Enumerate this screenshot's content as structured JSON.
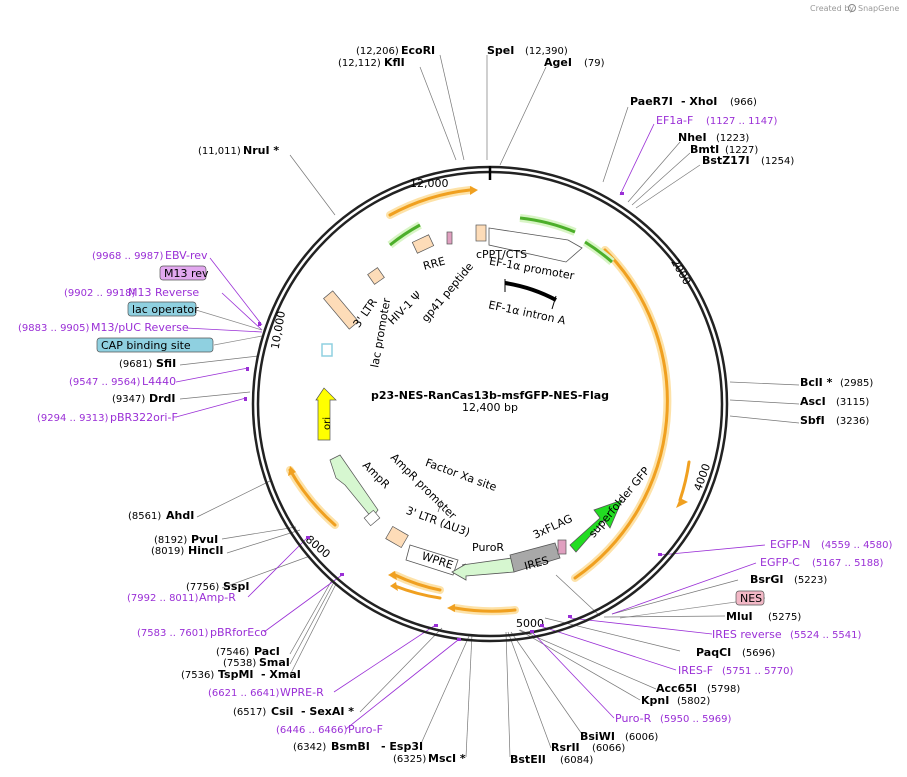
{
  "credit": {
    "created_by": "Created by",
    "brand": "SnapGene"
  },
  "plasmid": {
    "name": "p23-NES-RanCas13b-msfGFP-NES-Flag",
    "size": "12,400 bp"
  },
  "ticks": [
    "12,000",
    "2000",
    "4000",
    "5000",
    "8000",
    "10,000"
  ],
  "enzymes": [
    {
      "pos": "(12,206)",
      "name": "EcoRI"
    },
    {
      "pos": "(12,112)",
      "name": "KflI"
    },
    {
      "pos": "(12,390)",
      "name": "SpeI"
    },
    {
      "pos": "(79)",
      "name": "AgeI"
    },
    {
      "pos": "(11,011)",
      "name": "NruI *"
    },
    {
      "pos": "(966)",
      "name": "PaeR7I",
      "extra": "- XhoI"
    },
    {
      "pos": "(1223)",
      "name": "NheI"
    },
    {
      "pos": "(1227)",
      "name": "BmtI"
    },
    {
      "pos": "(1254)",
      "name": "BstZ17I"
    },
    {
      "pos": "(2985)",
      "name": "BclI *"
    },
    {
      "pos": "(3115)",
      "name": "AscI"
    },
    {
      "pos": "(3236)",
      "name": "SbfI"
    },
    {
      "pos": "(9681)",
      "name": "SfiI"
    },
    {
      "pos": "(9347)",
      "name": "DrdI"
    },
    {
      "pos": "(8561)",
      "name": "AhdI"
    },
    {
      "pos": "(8192)",
      "name": "PvuI"
    },
    {
      "pos": "(8019)",
      "name": "HincII"
    },
    {
      "pos": "(7756)",
      "name": "SspI"
    },
    {
      "pos": "(7546)",
      "name": "PacI"
    },
    {
      "pos": "(7538)",
      "name": "SmaI"
    },
    {
      "pos": "(7536)",
      "name": "TspMI",
      "extra": "- XmaI"
    },
    {
      "pos": "(6517)",
      "name": "CsiI",
      "extra": "- SexAI *"
    },
    {
      "pos": "(6342)",
      "name": "BsmBI",
      "extra": "- Esp3I"
    },
    {
      "pos": "(6325)",
      "name": "MscI *"
    },
    {
      "pos": "(5223)",
      "name": "BsrGI"
    },
    {
      "pos": "(5275)",
      "name": "MluI"
    },
    {
      "pos": "(5696)",
      "name": "PaqCI"
    },
    {
      "pos": "(5798)",
      "name": "Acc65I"
    },
    {
      "pos": "(5802)",
      "name": "KpnI"
    },
    {
      "pos": "(6006)",
      "name": "BsiWI"
    },
    {
      "pos": "(6066)",
      "name": "RsrII"
    },
    {
      "pos": "(6084)",
      "name": "BstEII"
    }
  ],
  "primers": [
    {
      "range": "(1127 .. 1147)",
      "name": "EF1a-F"
    },
    {
      "range": "(9968 .. 9987)",
      "name": "EBV-rev"
    },
    {
      "range": "(9902 .. 9918)",
      "name": "M13 Reverse"
    },
    {
      "range": "(9883 .. 9905)",
      "name": "M13/pUC Reverse"
    },
    {
      "range": "(9547 .. 9564)",
      "name": "L4440"
    },
    {
      "range": "(9294 .. 9313)",
      "name": "pBR322ori-F"
    },
    {
      "range": "(7992 .. 8011)",
      "name": "Amp-R"
    },
    {
      "range": "(7583 .. 7601)",
      "name": "pBRforEco"
    },
    {
      "range": "(6621 .. 6641)",
      "name": "WPRE-R"
    },
    {
      "range": "(6446 .. 6466)",
      "name": "Puro-F"
    },
    {
      "range": "(4559 .. 4580)",
      "name": "EGFP-N"
    },
    {
      "range": "(5167 .. 5188)",
      "name": "EGFP-C"
    },
    {
      "range": "(5524 .. 5541)",
      "name": "IRES reverse"
    },
    {
      "range": "(5751 .. 5770)",
      "name": "IRES-F"
    },
    {
      "range": "(5950 .. 5969)",
      "name": "Puro-R"
    }
  ],
  "boxed_features": [
    {
      "name": "M13 rev",
      "color": "#e2a8ef"
    },
    {
      "name": "lac operator",
      "color": "#8fd0e0"
    },
    {
      "name": "CAP binding site",
      "color": "#8fd0e0"
    },
    {
      "name": "NES",
      "color": "#f2b8c6"
    }
  ],
  "inner_features": [
    "cPPT/CTS",
    "EF-1α promoter",
    "EF-1α intron A",
    "RRE",
    "gp41 peptide",
    "HIV-1 Ψ",
    "3' LTR",
    "lac promoter",
    "ori",
    "AmpR promoter",
    "AmpR",
    "Factor Xa site",
    "3' LTR (ΔU3)",
    "WPRE",
    "PuroR",
    "IRES",
    "3xFLAG",
    "superfolder GFP"
  ],
  "colors": {
    "primer": "#9a2fd6",
    "orf": "#f0a020",
    "green": "#7ed957",
    "gfp": "#22dd22",
    "ori": "#ffff00",
    "ltr": "#fddcb8"
  }
}
